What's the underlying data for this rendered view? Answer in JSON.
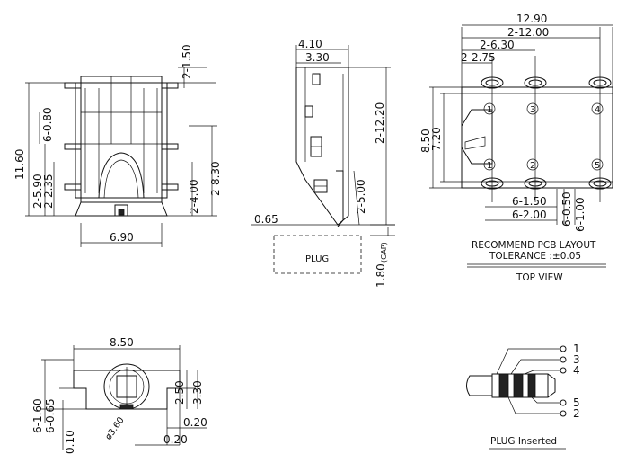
{
  "front_view": {
    "dim_top_right": "2-1.50",
    "dim_6_080": "6-0.80",
    "dim_height": "11.60",
    "dim_2_590": "2-5.90",
    "dim_2_235": "2-2.35",
    "dim_2_830": "2-8.30",
    "dim_2_400": "2-4.00",
    "dim_width": "6.90"
  },
  "side_view": {
    "dim_410": "4.10",
    "dim_330": "3.30",
    "dim_2_1220": "2-12.20",
    "dim_2_500": "2-5.00",
    "dim_065": "0.65",
    "dim_180": "1.80",
    "gap_label": "(GAP)",
    "plug_label": "PLUG"
  },
  "pcb_layout": {
    "dim_1290": "12.90",
    "dim_2_1200": "2-12.00",
    "dim_2_630": "2-6.30",
    "dim_2_275": "2-2.75",
    "dim_850": "8.50",
    "dim_720": "7.20",
    "dim_6_150": "6-1.50",
    "dim_6_200": "6-2.00",
    "dim_6_050": "6-0.50",
    "dim_6_100": "6-1.00",
    "pins": [
      "1",
      "3",
      "4",
      "1",
      "2",
      "5"
    ],
    "note_line1": "RECOMMEND PCB LAYOUT",
    "note_line2": "TOLERANCE :±0.05",
    "view_label": "TOP VIEW"
  },
  "bottom_view": {
    "dim_850": "8.50",
    "dim_6_160": "6-1.60",
    "dim_6_065": "6-0.65",
    "dim_010": "0.10",
    "dim_dia": "ø3.60",
    "dim_250": "2.50",
    "dim_330": "3.30",
    "dim_020a": "0.20",
    "dim_020b": "0.20"
  },
  "plug_schematic": {
    "pins": [
      "1",
      "3",
      "4",
      "5",
      "2"
    ],
    "caption": "PLUG Inserted"
  }
}
